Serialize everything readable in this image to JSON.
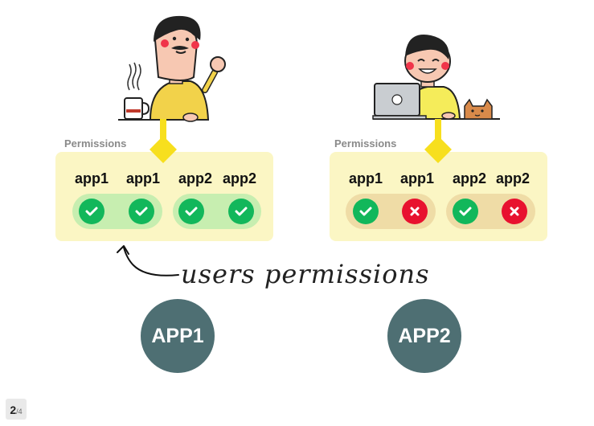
{
  "left_group": {
    "permissions_label": "Permissions",
    "apps": [
      "app1",
      "app1",
      "app2",
      "app2"
    ],
    "statuses": [
      "granted",
      "granted",
      "granted",
      "granted"
    ]
  },
  "right_group": {
    "permissions_label": "Permissions",
    "apps": [
      "app1",
      "app1",
      "app2",
      "app2"
    ],
    "statuses": [
      "granted",
      "denied",
      "granted",
      "denied"
    ]
  },
  "annotation": "users permissions",
  "apps": {
    "app1_label": "APP1",
    "app2_label": "APP2"
  },
  "pagination": {
    "current": "2",
    "total": "/4"
  },
  "colors": {
    "panel_bg": "#fbf6c4",
    "pill_granted": "#c7eeb0",
    "pill_mixed": "#efdca6",
    "check": "#12b75b",
    "cross": "#e8112f",
    "connector": "#f7df1e",
    "app_circle": "#4e6f73"
  }
}
